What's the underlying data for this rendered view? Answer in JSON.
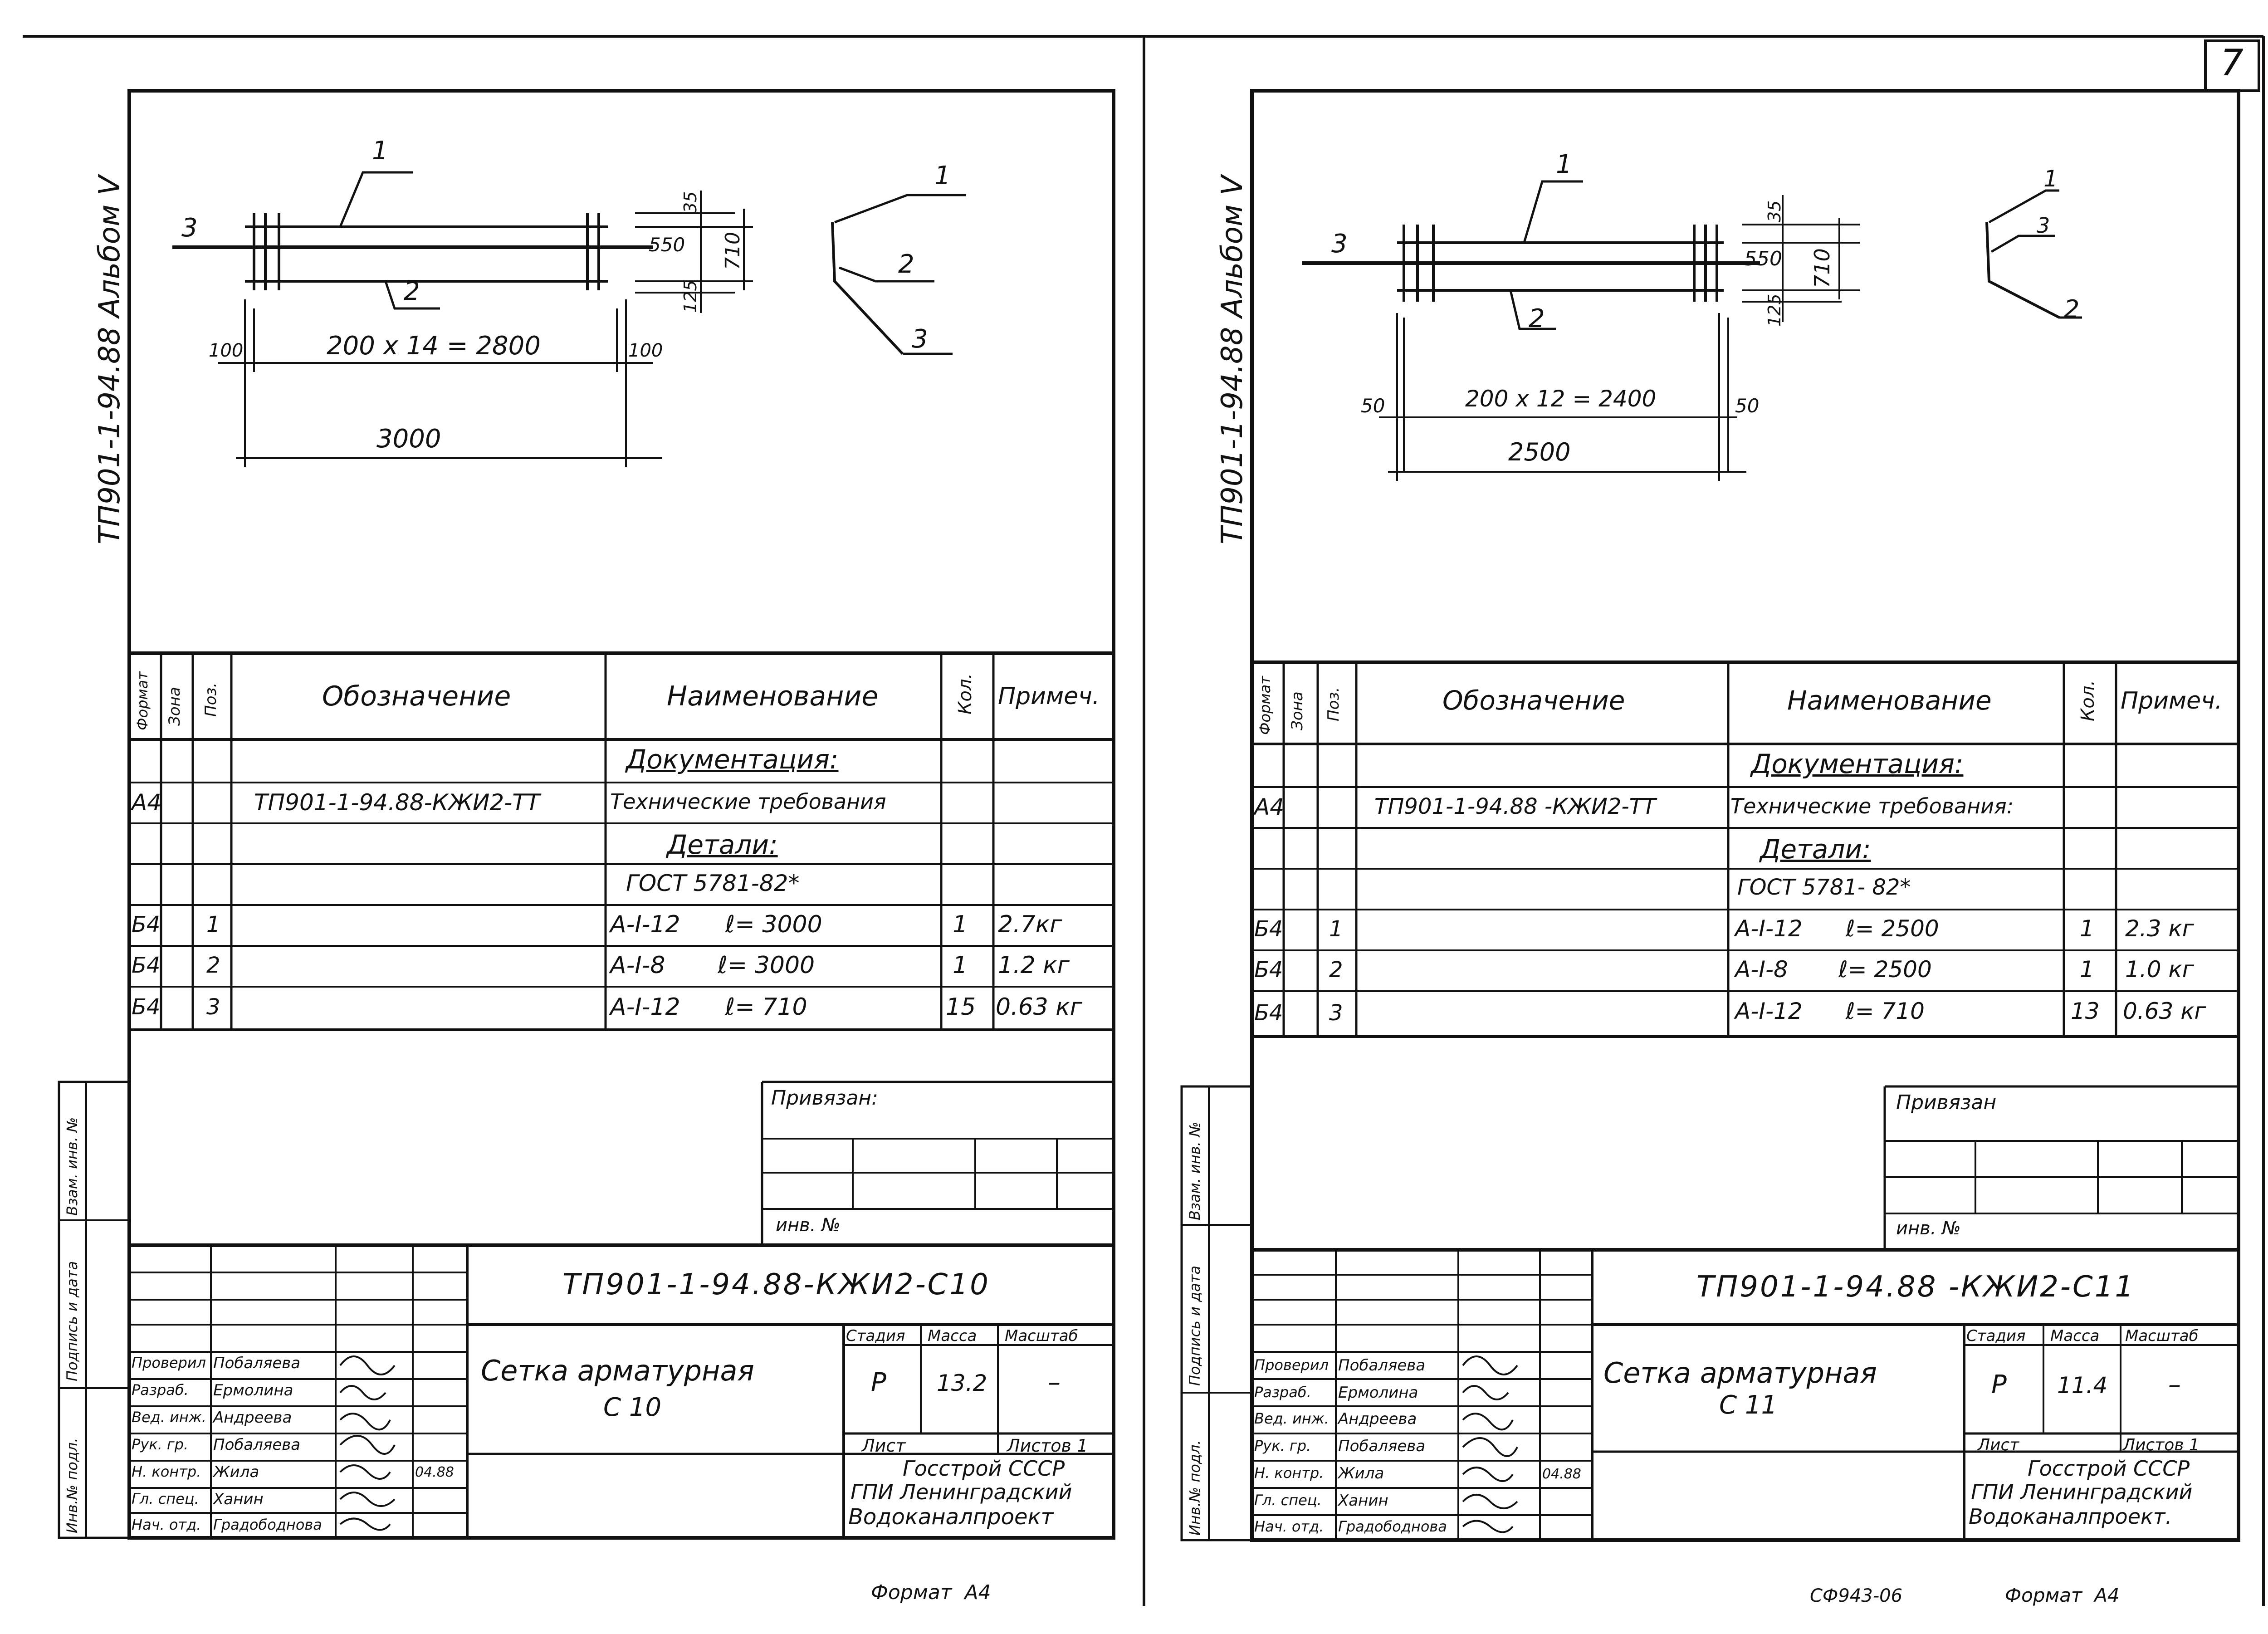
{
  "page_number": "7",
  "left_sheet": {
    "album_label": "ТП901-1-94.88 Альбом V",
    "drawing": {
      "pos1": "1",
      "pos2": "2",
      "pos3": "3",
      "dim_35": "35",
      "dim_550": "550",
      "dim_125": "125",
      "dim_710": "710",
      "dim_spacing": "200 x 14 = 2800",
      "dim_left": "100",
      "dim_right": "100",
      "dim_total": "3000"
    },
    "spec_headers": {
      "format": "Формат",
      "zone": "Зона",
      "pos": "Поз.",
      "designation": "Обозначение",
      "name": "Наименование",
      "qty": "Кол.",
      "note": "Примеч."
    },
    "spec_rows": [
      {
        "format": "",
        "pos": "",
        "designation": "",
        "name": "Документация:",
        "qty": "",
        "note": ""
      },
      {
        "format": "А4",
        "pos": "",
        "designation": "ТП901-1-94.88-КЖИ2-ТТ",
        "name": "Технические требования",
        "qty": "",
        "note": ""
      },
      {
        "format": "",
        "pos": "",
        "designation": "",
        "name": "Детали:",
        "qty": "",
        "note": ""
      },
      {
        "format": "",
        "pos": "",
        "designation": "",
        "name": "ГОСТ 5781-82*",
        "qty": "",
        "note": ""
      },
      {
        "format": "Б4",
        "pos": "1",
        "designation": "",
        "name": "А-I-12      ℓ= 3000",
        "qty": "1",
        "note": "2.7кг"
      },
      {
        "format": "Б4",
        "pos": "2",
        "designation": "",
        "name": "А-I-8       ℓ= 3000",
        "qty": "1",
        "note": "1.2 кг"
      },
      {
        "format": "Б4",
        "pos": "3",
        "designation": "",
        "name": "А-I-12      ℓ= 710",
        "qty": "15",
        "note": "0.63 кг"
      }
    ],
    "privyazan": "Привязан:",
    "inv_no": "инв. №",
    "side_labels": [
      "Взам. инв. №",
      "Подпись и дата",
      "Инв.№ подл."
    ],
    "doc_code": "ТП901-1-94.88-КЖИ2-С10",
    "title": "Сетка арматурная",
    "title_sub": "С 10",
    "roles": [
      {
        "role": "Проверил",
        "name": "Побаляева",
        "sign": "",
        "date": ""
      },
      {
        "role": "Разраб.",
        "name": "Ермолина",
        "sign": "",
        "date": ""
      },
      {
        "role": "Вед. инж.",
        "name": "Андреева",
        "sign": "",
        "date": ""
      },
      {
        "role": "Рук. гр.",
        "name": "Побаляева",
        "sign": "",
        "date": ""
      },
      {
        "role": "Н. контр.",
        "name": "Жила",
        "sign": "",
        "date": "04.88"
      },
      {
        "role": "Гл. спец.",
        "name": "Ханин",
        "sign": "",
        "date": ""
      },
      {
        "role": "Нач. отд.",
        "name": "Градободнова",
        "sign": "",
        "date": ""
      }
    ],
    "stage_label": "Стадия",
    "mass_label": "Масса",
    "scale_label": "Масштаб",
    "stage": "Р",
    "mass": "13.2",
    "scale": "–",
    "sheet_label": "Лист",
    "sheets_label": "Листов 1",
    "org": [
      "Госстрой СССР",
      "ГПИ Ленинградский",
      "Водоканалпроект"
    ],
    "format_label": "Формат  А4"
  },
  "right_sheet": {
    "album_label": "ТП901-1-94.88 Альбом V",
    "drawing": {
      "pos1": "1",
      "pos2": "2",
      "pos3": "3",
      "dim_35": "35",
      "dim_550": "550",
      "dim_125": "125",
      "dim_710": "710",
      "dim_spacing": "200 x 12 = 2400",
      "dim_left": "50",
      "dim_right": "50",
      "dim_total": "2500"
    },
    "spec_headers": {
      "format": "Формат",
      "zone": "Зона",
      "pos": "Поз.",
      "designation": "Обозначение",
      "name": "Наименование",
      "qty": "Кол.",
      "note": "Примеч."
    },
    "spec_rows": [
      {
        "format": "",
        "pos": "",
        "designation": "",
        "name": "Документация:",
        "qty": "",
        "note": ""
      },
      {
        "format": "А4",
        "pos": "",
        "designation": "ТП901-1-94.88 -КЖИ2-ТТ",
        "name": "Технические требования:",
        "qty": "",
        "note": ""
      },
      {
        "format": "",
        "pos": "",
        "designation": "",
        "name": "Детали:",
        "qty": "",
        "note": ""
      },
      {
        "format": "",
        "pos": "",
        "designation": "",
        "name": "ГОСТ 5781- 82*",
        "qty": "",
        "note": ""
      },
      {
        "format": "Б4",
        "pos": "1",
        "designation": "",
        "name": "А-I-12      ℓ= 2500",
        "qty": "1",
        "note": "2.3 кг"
      },
      {
        "format": "Б4",
        "pos": "2",
        "designation": "",
        "name": "А-I-8       ℓ= 2500",
        "qty": "1",
        "note": "1.0 кг"
      },
      {
        "format": "Б4",
        "pos": "3",
        "designation": "",
        "name": "А-I-12      ℓ= 710",
        "qty": "13",
        "note": "0.63 кг"
      }
    ],
    "privyazan": "Привязан",
    "inv_no": "инв. №",
    "side_labels": [
      "Взам. инв. №",
      "Подпись и дата",
      "Инв.№ подл."
    ],
    "doc_code": "ТП901-1-94.88 -КЖИ2-С11",
    "title": "Сетка арматурная",
    "title_sub": "С 11",
    "roles": [
      {
        "role": "Проверил",
        "name": "Побаляева",
        "sign": "",
        "date": ""
      },
      {
        "role": "Разраб.",
        "name": "Ермолина",
        "sign": "",
        "date": ""
      },
      {
        "role": "Вед. инж.",
        "name": "Андреева",
        "sign": "",
        "date": ""
      },
      {
        "role": "Рук. гр.",
        "name": "Побаляева",
        "sign": "",
        "date": ""
      },
      {
        "role": "Н. контр.",
        "name": "Жила",
        "sign": "",
        "date": "04.88"
      },
      {
        "role": "Гл. спец.",
        "name": "Ханин",
        "sign": "",
        "date": ""
      },
      {
        "role": "Нач. отд.",
        "name": "Градободнова",
        "sign": "",
        "date": ""
      }
    ],
    "stage_label": "Стадия",
    "mass_label": "Масса",
    "scale_label": "Масштаб",
    "stage": "Р",
    "mass": "11.4",
    "scale": "–",
    "sheet_label": "Лист",
    "sheets_label": "Листов 1",
    "org": [
      "Госстрой СССР",
      "ГПИ Ленинградский",
      "Водоканалпроект."
    ],
    "format_label": "Формат  А4",
    "bottom_code": "СФ943-06"
  }
}
